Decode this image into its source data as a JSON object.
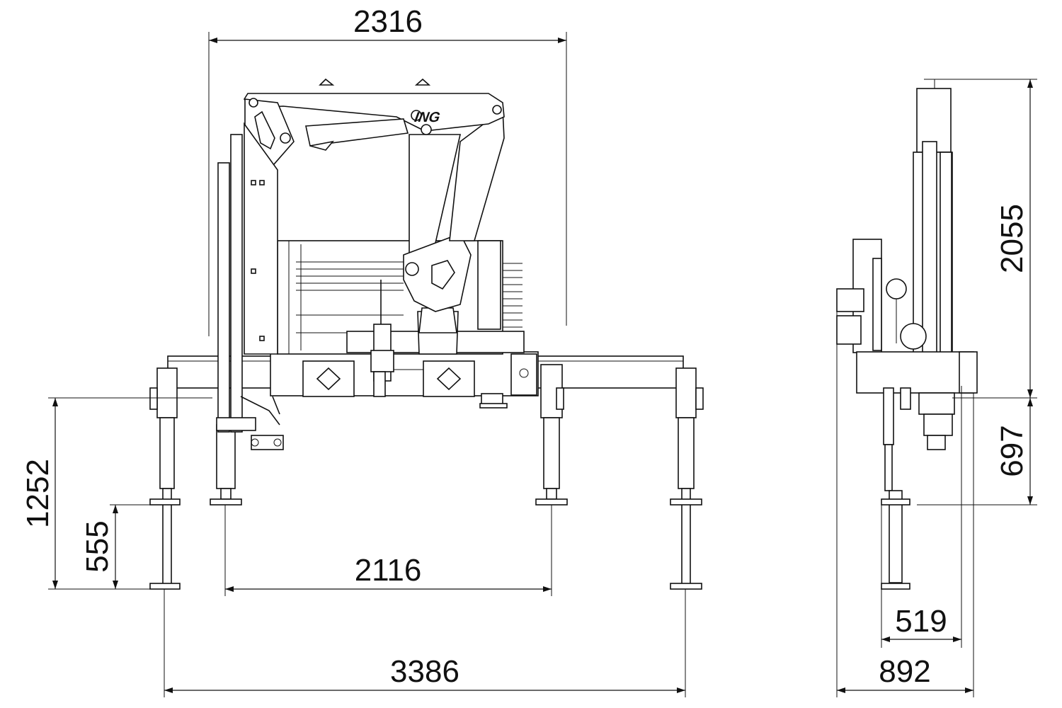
{
  "drawing": {
    "brand": "ING",
    "dimensions": {
      "front_top_width": "2316",
      "front_overall_height": "1252",
      "front_foot_stroke": "555",
      "front_inner_spread": "2116",
      "front_outer_spread": "3386",
      "side_top_height": "2055",
      "side_lower_height": "697",
      "side_inner_width": "519",
      "side_outer_width": "892"
    }
  }
}
